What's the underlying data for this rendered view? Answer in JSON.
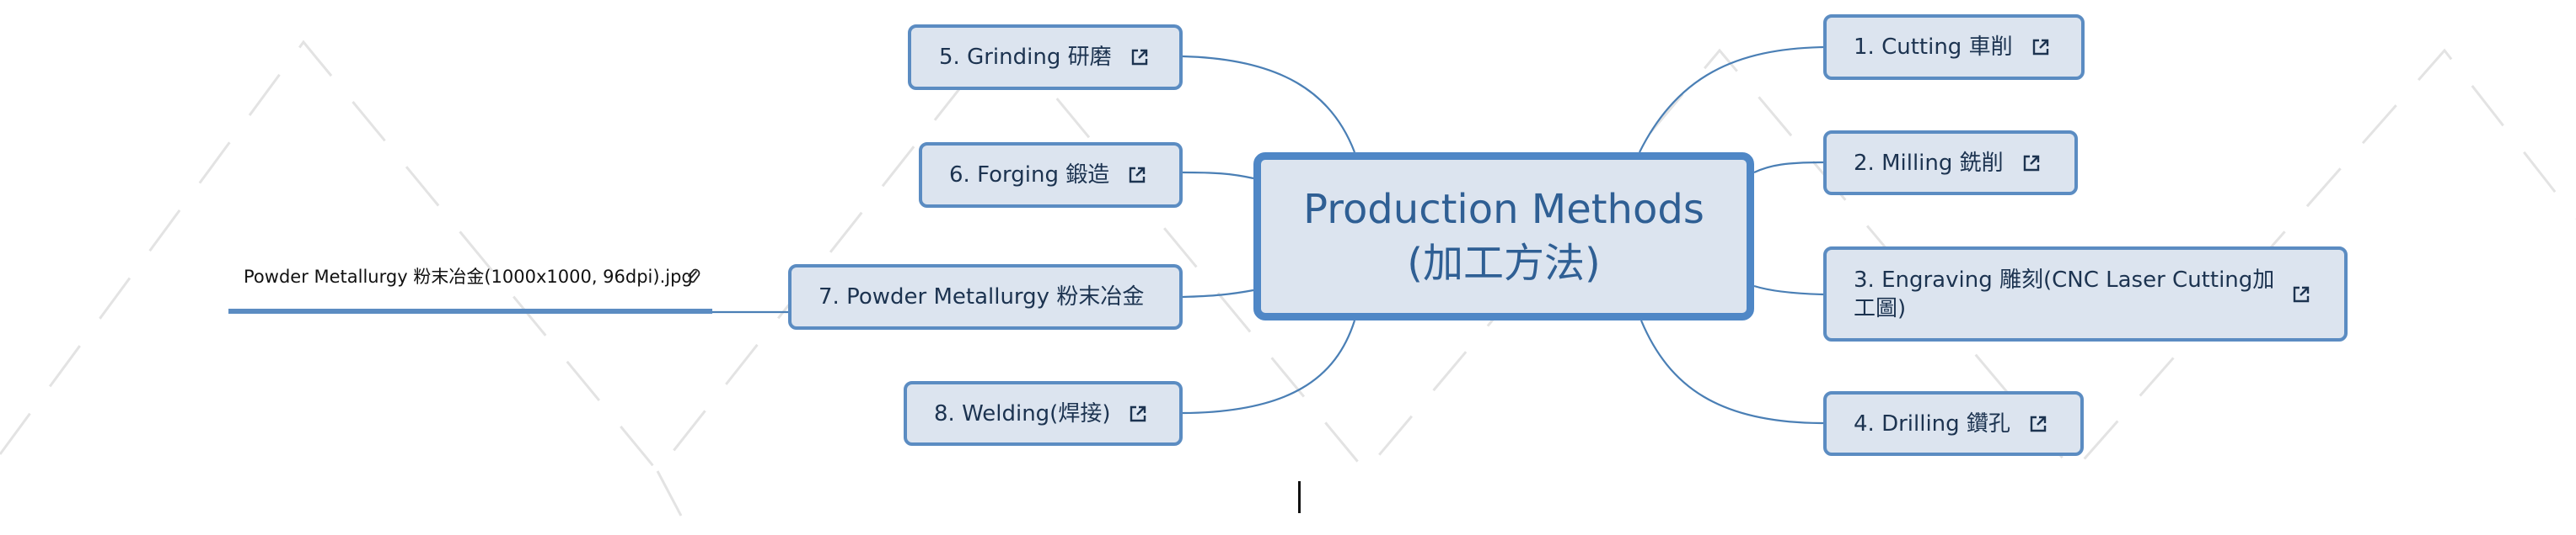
{
  "map": {
    "central_topic": {
      "line1": "Production Methods",
      "line2": "(加工方法)"
    },
    "right_topics": [
      {
        "label": "1. Cutting 車削",
        "icon": "external-link-icon"
      },
      {
        "label": "2. Milling 銑削",
        "icon": "external-link-icon"
      },
      {
        "label": "3. Engraving 雕刻(CNC Laser Cutting加工圖)",
        "icon": "external-link-icon"
      },
      {
        "label": "4. Drilling 鑽孔",
        "icon": "external-link-icon"
      }
    ],
    "left_topics": [
      {
        "label": "5. Grinding 研磨",
        "icon": "external-link-icon"
      },
      {
        "label": "6. Forging 鍛造",
        "icon": "external-link-icon"
      },
      {
        "label": "7. Powder Metallurgy 粉末冶金"
      },
      {
        "label": "8. Welding(焊接)",
        "icon": "external-link-icon"
      }
    ],
    "attachment": {
      "filename": "Powder Metallurgy 粉末冶金(1000x1000, 96dpi).jpg",
      "icon": "paperclip-icon"
    }
  },
  "colors": {
    "node_fill": "#dce4ef",
    "node_border": "#5b8cc2",
    "central_border": "#4f87c6",
    "central_text": "#2f5f94",
    "node_text": "#1c3350",
    "connector": "#4a7fb5",
    "watermark": "#e3e3e3"
  }
}
